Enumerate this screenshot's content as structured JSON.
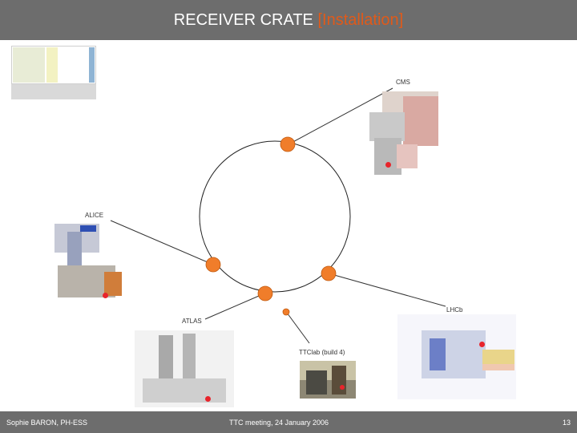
{
  "title": {
    "main": "RECEIVER CRATE ",
    "bracket": "[Installation]"
  },
  "colors": {
    "bar": "#6d6d6d",
    "accent": "#e05a1a",
    "site_marker": "#f07d2a",
    "location_dot": "#e8242b"
  },
  "sites": {
    "cms": "CMS",
    "alice": "ALICE",
    "atlas": "ATLAS",
    "lhcb": "LHCb",
    "ttclab": "TTClab (build 4)"
  },
  "footer": {
    "author": "Sophie BARON, PH-ESS",
    "meeting": "TTC meeting, 24 January 2006",
    "page": "13"
  }
}
